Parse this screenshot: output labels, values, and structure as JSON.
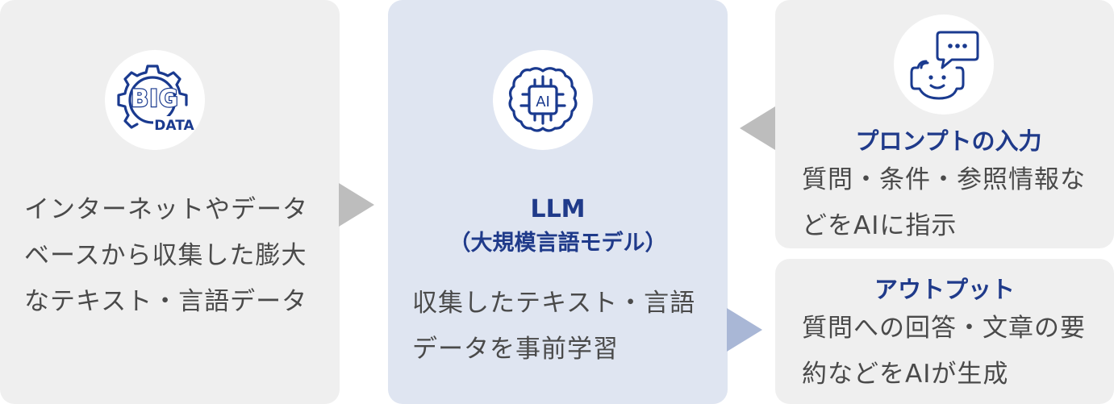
{
  "colors": {
    "panel_gray": "#efefef",
    "panel_blue": "#dfe5f1",
    "title_blue": "#1f3a8a",
    "icon_blue": "#1a3a8f",
    "arrow_gray": "#bdbdbd",
    "arrow_blue": "#a9b7d6"
  },
  "big_data": {
    "icon": "big-data-gear-icon",
    "icon_text_top": "BIG",
    "icon_text_bottom": "DATA",
    "description_lines": [
      "インターネットやデータ",
      "ベースから収集した膨大",
      "なテキスト・言語データ"
    ]
  },
  "llm": {
    "icon": "ai-brain-icon",
    "icon_text": "AI",
    "title": "LLM",
    "subtitle": "（大規模言語モデル）",
    "description_lines": [
      "収集したテキスト・言語",
      "データを事前学習"
    ]
  },
  "prompt": {
    "icon": "chatbot-speech-bubble-icon",
    "title": "プロンプトの入力",
    "description_lines": [
      "質問・条件・参照情報な",
      "どをAIに指示"
    ]
  },
  "output": {
    "title": "アウトプット",
    "description_lines": [
      "質問への回答・文章の要",
      "約などをAIが生成"
    ]
  }
}
